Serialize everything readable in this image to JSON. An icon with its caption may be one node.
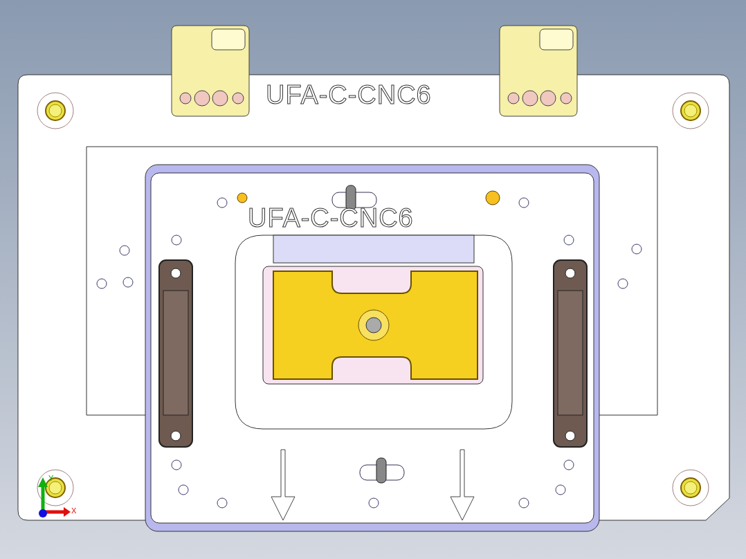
{
  "diagram": {
    "labels": [
      "UFA-C-CNC6",
      "UFA-C-CNC6",
      "Y",
      "X"
    ]
  }
}
